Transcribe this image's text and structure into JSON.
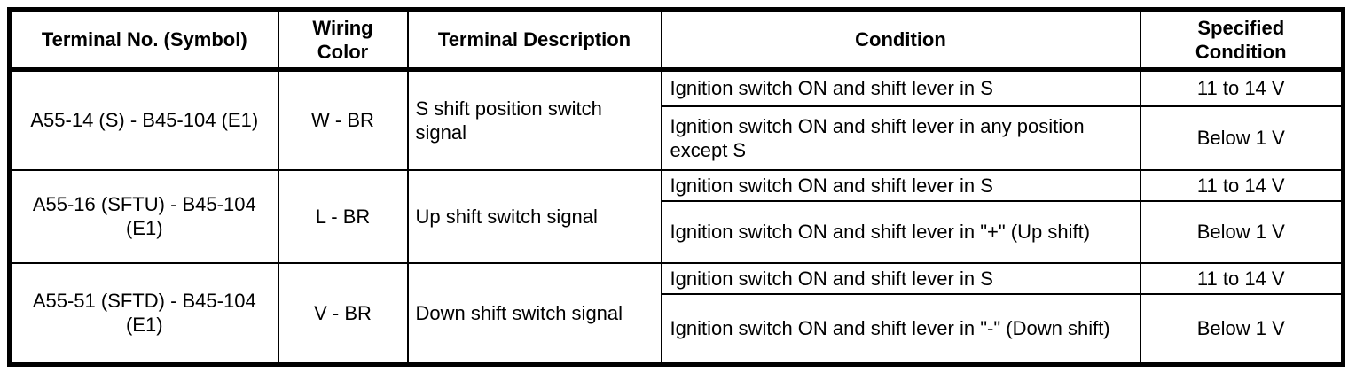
{
  "table": {
    "headers": [
      "Terminal No. (Symbol)",
      "Wiring Color",
      "Terminal Description",
      "Condition",
      "Specified Condition"
    ],
    "rows": [
      {
        "terminal": "A55-14 (S) - B45-104 (E1)",
        "wiring_color": "W - BR",
        "description": "S shift position switch signal",
        "conditions": [
          {
            "condition": "Ignition switch ON and shift lever in S",
            "specified": "11 to 14 V"
          },
          {
            "condition": "Ignition switch ON and shift lever in any position except S",
            "specified": "Below 1 V"
          }
        ]
      },
      {
        "terminal": "A55-16 (SFTU) - B45-104 (E1)",
        "wiring_color": "L - BR",
        "description": "Up shift switch signal",
        "conditions": [
          {
            "condition": "Ignition switch ON and shift lever in S",
            "specified": "11 to 14 V"
          },
          {
            "condition": "Ignition switch ON and shift lever in \"+\" (Up shift)",
            "specified": "Below 1 V"
          }
        ]
      },
      {
        "terminal": "A55-51 (SFTD) - B45-104 (E1)",
        "wiring_color": "V - BR",
        "description": "Down shift switch signal",
        "conditions": [
          {
            "condition": "Ignition switch ON and shift lever in S",
            "specified": "11 to 14 V"
          },
          {
            "condition": "Ignition switch ON and shift lever in \"-\" (Down shift)",
            "specified": "Below 1 V"
          }
        ]
      }
    ],
    "colors": {
      "border": "#000000",
      "background": "#ffffff",
      "text": "#000000"
    }
  }
}
